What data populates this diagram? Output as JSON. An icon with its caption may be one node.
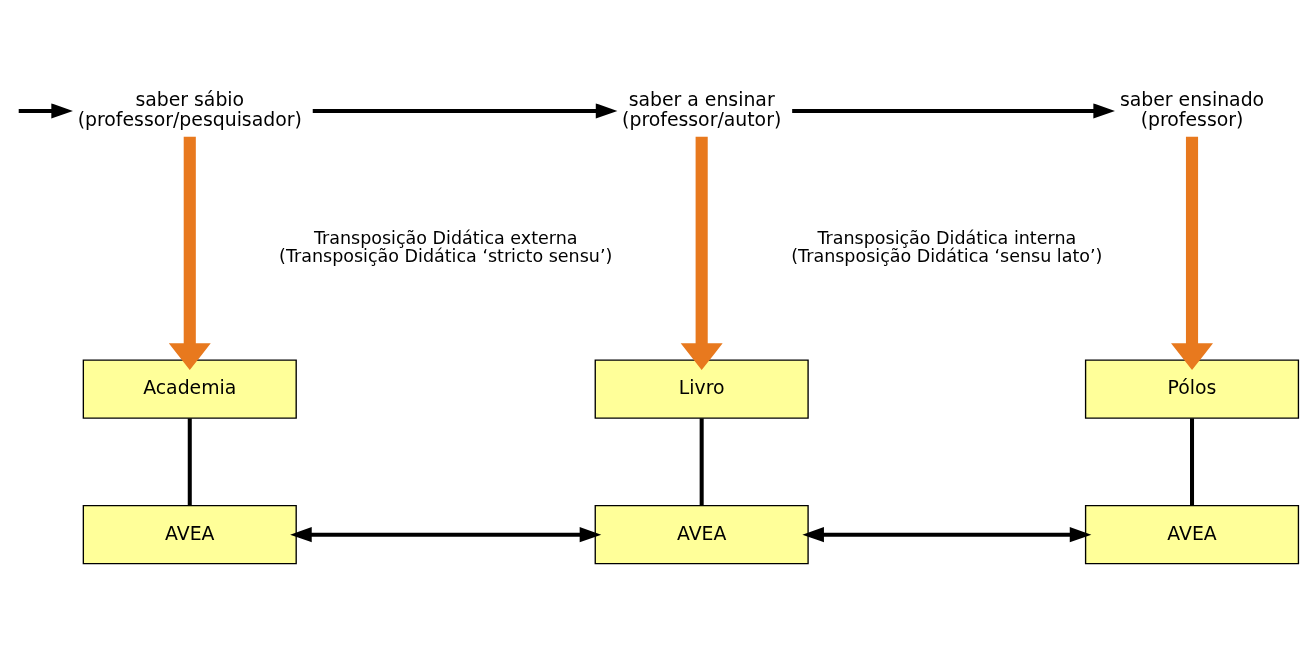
{
  "diagram": {
    "nodes": [
      {
        "text": [
          "saber sábio",
          "(professor/pesquisador)"
        ]
      },
      {
        "text": [
          "saber a ensinar",
          "(professor/autor)"
        ]
      },
      {
        "text": [
          "saber ensinado",
          "(professor)"
        ]
      },
      {
        "text": [
          "Academia"
        ]
      },
      {
        "text": [
          "Livro"
        ]
      },
      {
        "text": [
          "Pólos"
        ]
      },
      {
        "text": [
          "AVEA"
        ]
      },
      {
        "text": [
          "AVEA"
        ]
      },
      {
        "text": [
          "AVEA"
        ]
      }
    ],
    "edges": [
      {
        "from": null,
        "to": 0,
        "arrow": "to"
      },
      {
        "from": 0,
        "to": 1,
        "arrow": "to"
      },
      {
        "from": 1,
        "to": 2,
        "arrow": "to"
      },
      {
        "from": 0,
        "to": 3,
        "arrow": "to",
        "style": "thick",
        "color": "#e8791e"
      },
      {
        "from": 1,
        "to": 4,
        "arrow": "to",
        "style": "thick",
        "color": "#e8791e"
      },
      {
        "from": 2,
        "to": 5,
        "arrow": "to",
        "style": "thick",
        "color": "#e8791e"
      },
      {
        "from": 3,
        "to": 6,
        "arrow": "none"
      },
      {
        "from": 4,
        "to": 7,
        "arrow": "none"
      },
      {
        "from": 5,
        "to": 8,
        "arrow": "none"
      },
      {
        "from": 6,
        "to": 7,
        "arrow": "both"
      },
      {
        "from": 7,
        "to": 8,
        "arrow": "both"
      }
    ],
    "labels": [
      "Transposição Didática externa (Transposição Didática ‘stricto sensu’)",
      "Transposição Didática interna (Transposição Didática ‘sensu lato’)"
    ]
  }
}
